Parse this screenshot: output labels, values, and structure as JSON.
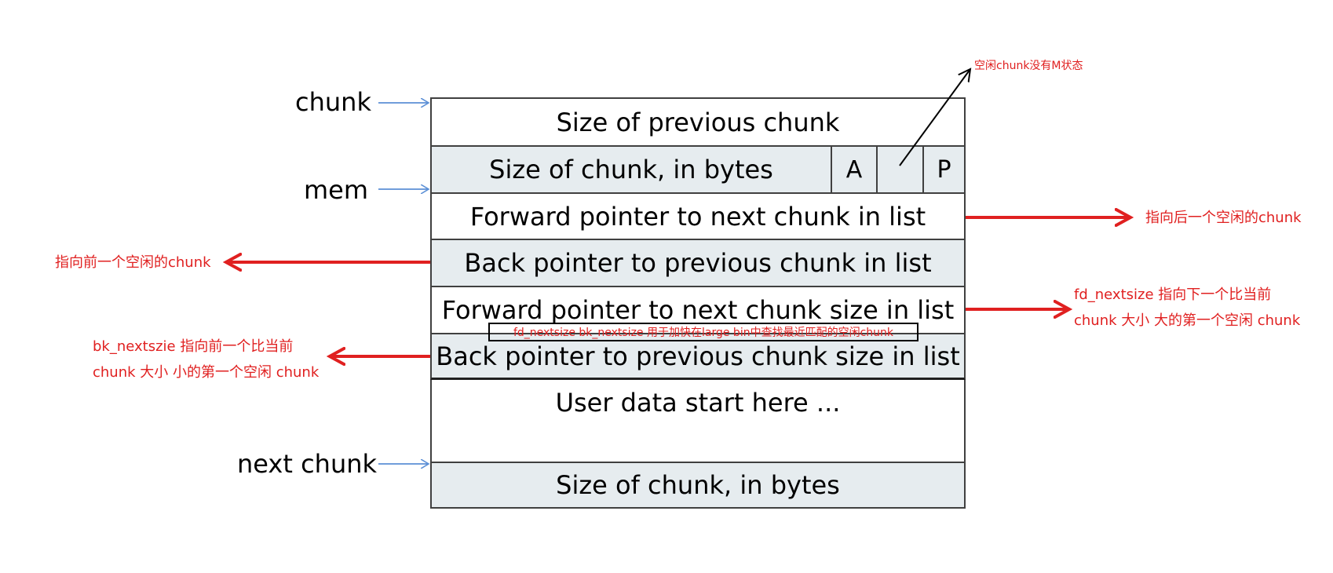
{
  "pointers": {
    "chunk": "chunk",
    "mem": "mem",
    "next_chunk": "next chunk"
  },
  "rows": {
    "prev_size": "Size of previous chunk",
    "size": "Size of chunk, in bytes",
    "flag_a": "A",
    "flag_m": "",
    "flag_p": "P",
    "fd": "Forward pointer to next chunk in list",
    "bk": "Back pointer to previous chunk in list",
    "fd_nextsize": "Forward pointer to next chunk size in list",
    "bk_nextsize": "Back pointer to previous chunk size in list",
    "user_data": "User data start here ...",
    "next_size": "Size of chunk, in bytes"
  },
  "annotations": {
    "no_m_state": "空闲chunk没有M状态",
    "fd_note": "指向后一个空闲的chunk",
    "bk_note": "指向前一个空闲的chunk",
    "fd_nextsize_note_1": "fd_nextsize 指向下一个比当前",
    "fd_nextsize_note_2": "chunk 大小 大的第一个空闲 chunk",
    "bk_nextsize_note_1": "bk_nextszie 指向前一个比当前",
    "bk_nextsize_note_2": "chunk 大小 小的第一个空闲 chunk",
    "overlay_note": "fd_nextsize bk_nextsize 用于加快在large bin中查找最近匹配的空闲chunk"
  },
  "colors": {
    "annotation_red": "#e02020",
    "pointer_blue": "#5b8fd6",
    "row_shade": "#e6ecef"
  }
}
